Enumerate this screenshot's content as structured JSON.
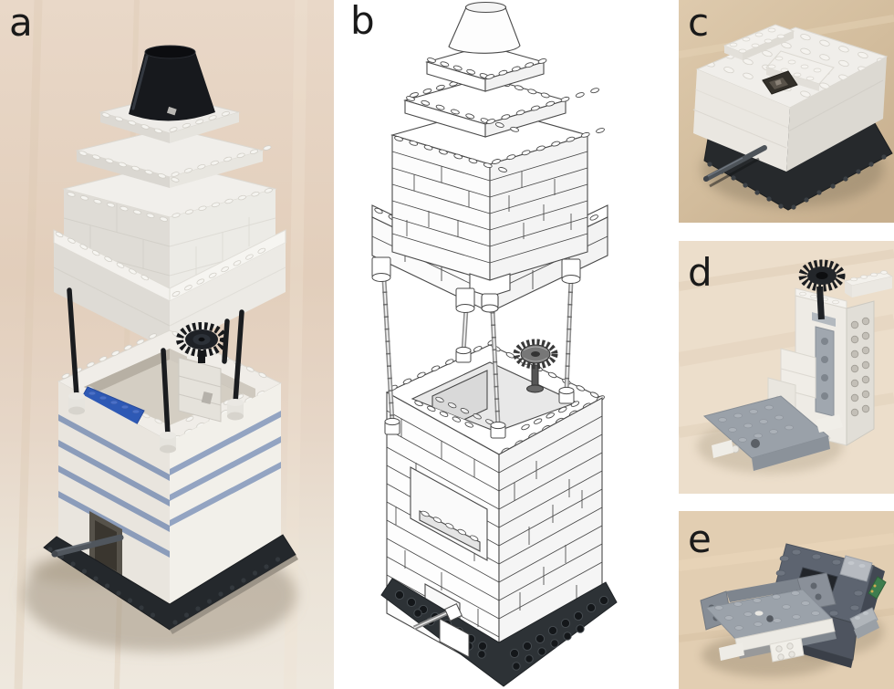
{
  "figure": {
    "panels": [
      {
        "id": "a",
        "label": "a",
        "media": "photo",
        "subject": "assembled LEGO tower model with black cone top, four black support rods, blue-striped lower housing, dark baseplate and crank axle"
      },
      {
        "id": "b",
        "label": "b",
        "media": "cad-line-drawing",
        "subject": "CAD line rendering of the same LEGO tower design with brick outlines, rods, gear and perforated baseplate"
      },
      {
        "id": "c",
        "label": "c",
        "media": "photo",
        "subject": "white LEGO housing on dark baseplate with small dark opening and protruding crank axle"
      },
      {
        "id": "d",
        "label": "d",
        "media": "photo",
        "subject": "internal lift mechanism column with black crown gear on vertical axle and gray baseplate"
      },
      {
        "id": "e",
        "label": "e",
        "media": "photo",
        "subject": "two gray LEGO sub-assemblies, right one housing a motor with green circuit board"
      }
    ],
    "colors": {
      "wood_light": "#e9d8c8",
      "wood_mid": "#d3bd9d",
      "wood_pale": "#ecdecb",
      "brick_white": "#f0eeea",
      "brick_blue": "#2e59b5",
      "stripe_blue_gray": "#8799b9",
      "black_parts": "#17191d",
      "baseplate_dark": "#26292c",
      "gray_parts": "#9aa1a9",
      "dark_gray_box": "#5d6470",
      "pcb_green": "#3e7d4e",
      "drawing_stroke": "#4a4a4a"
    }
  }
}
